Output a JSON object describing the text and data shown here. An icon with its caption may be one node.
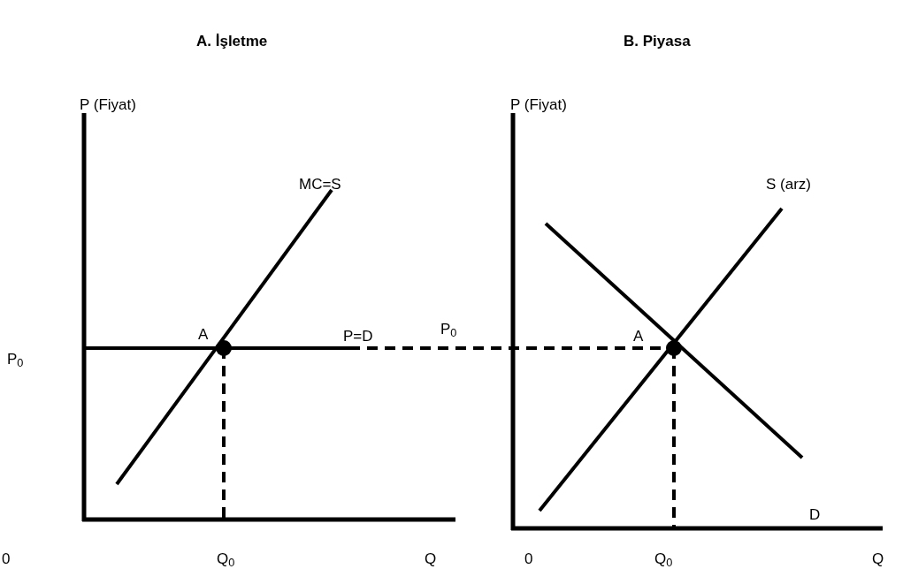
{
  "diagram": {
    "labels": [
      "A. İşletme",
      "B. Piyasa",
      "P (Fiyat)",
      "P (Fiyat)",
      "MC=S",
      "S (arz)",
      "A",
      "P=D",
      "P$_{0}$",
      "A",
      "P$_{0}$",
      "D",
      "0",
      "Q$_{0}$",
      "Q",
      "0",
      "Q$_{0}$",
      "Q"
    ]
  }
}
